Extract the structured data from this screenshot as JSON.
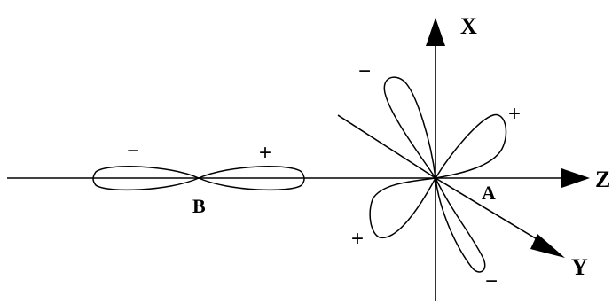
{
  "axes": {
    "x_label": "X",
    "y_label": "Y",
    "z_label": "Z"
  },
  "points": {
    "a_label": "A",
    "b_label": "B"
  },
  "signs": {
    "b_left": "−",
    "b_right": "+",
    "a_upper_left": "−",
    "a_upper_right": "+",
    "a_lower_left": "+",
    "a_lower_right": "−"
  }
}
